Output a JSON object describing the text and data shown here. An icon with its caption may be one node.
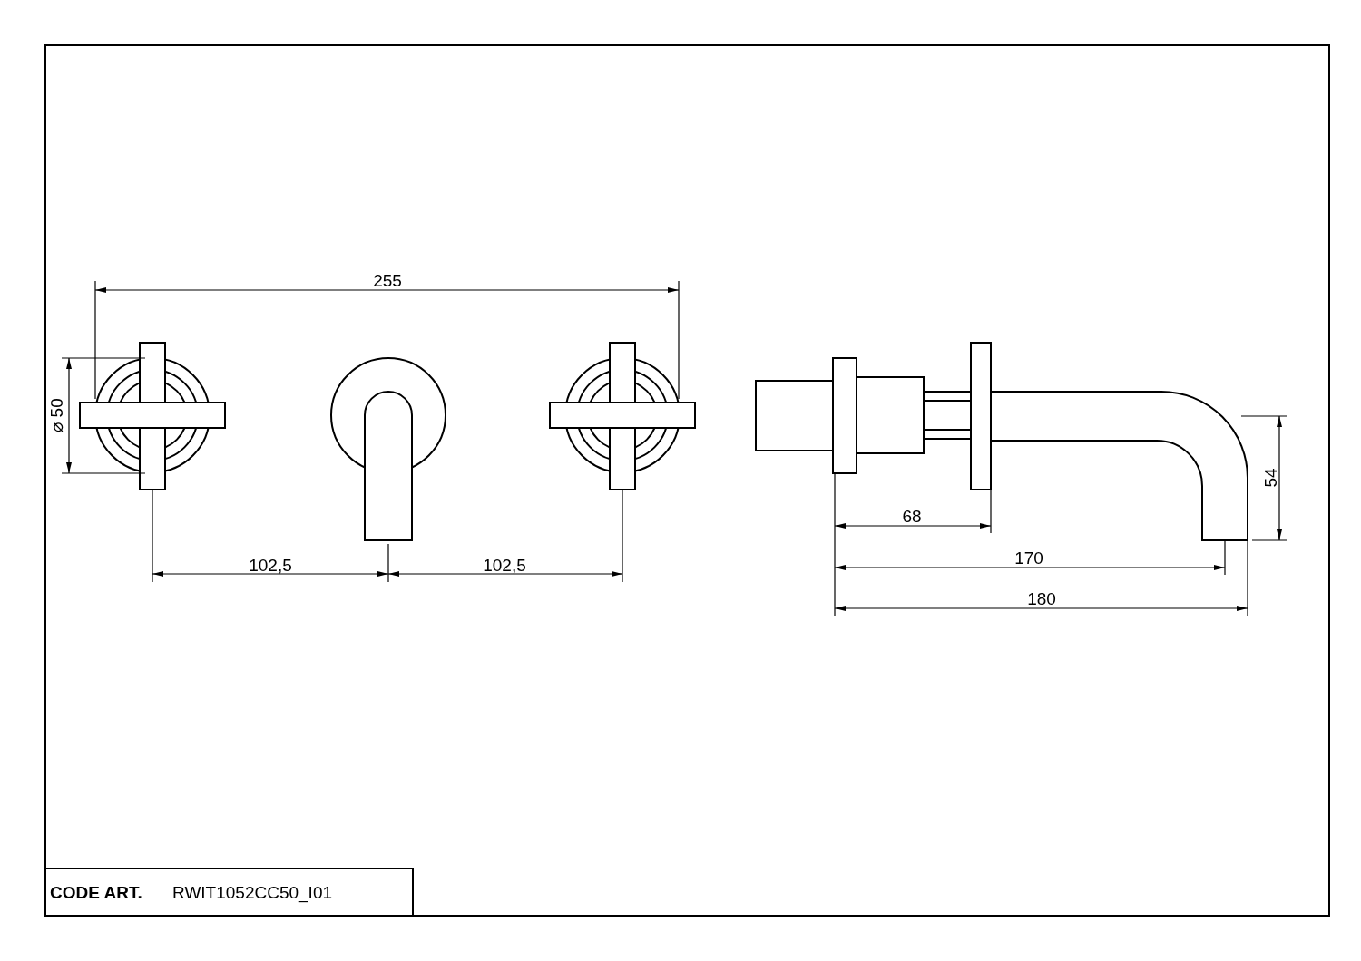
{
  "diagram": {
    "labels": [
      "255",
      "⌀ 50",
      "102,5",
      "102,5",
      "68",
      "170",
      "180",
      "54",
      "CODE ART.",
      "RWIT1052CC50_I01"
    ]
  }
}
